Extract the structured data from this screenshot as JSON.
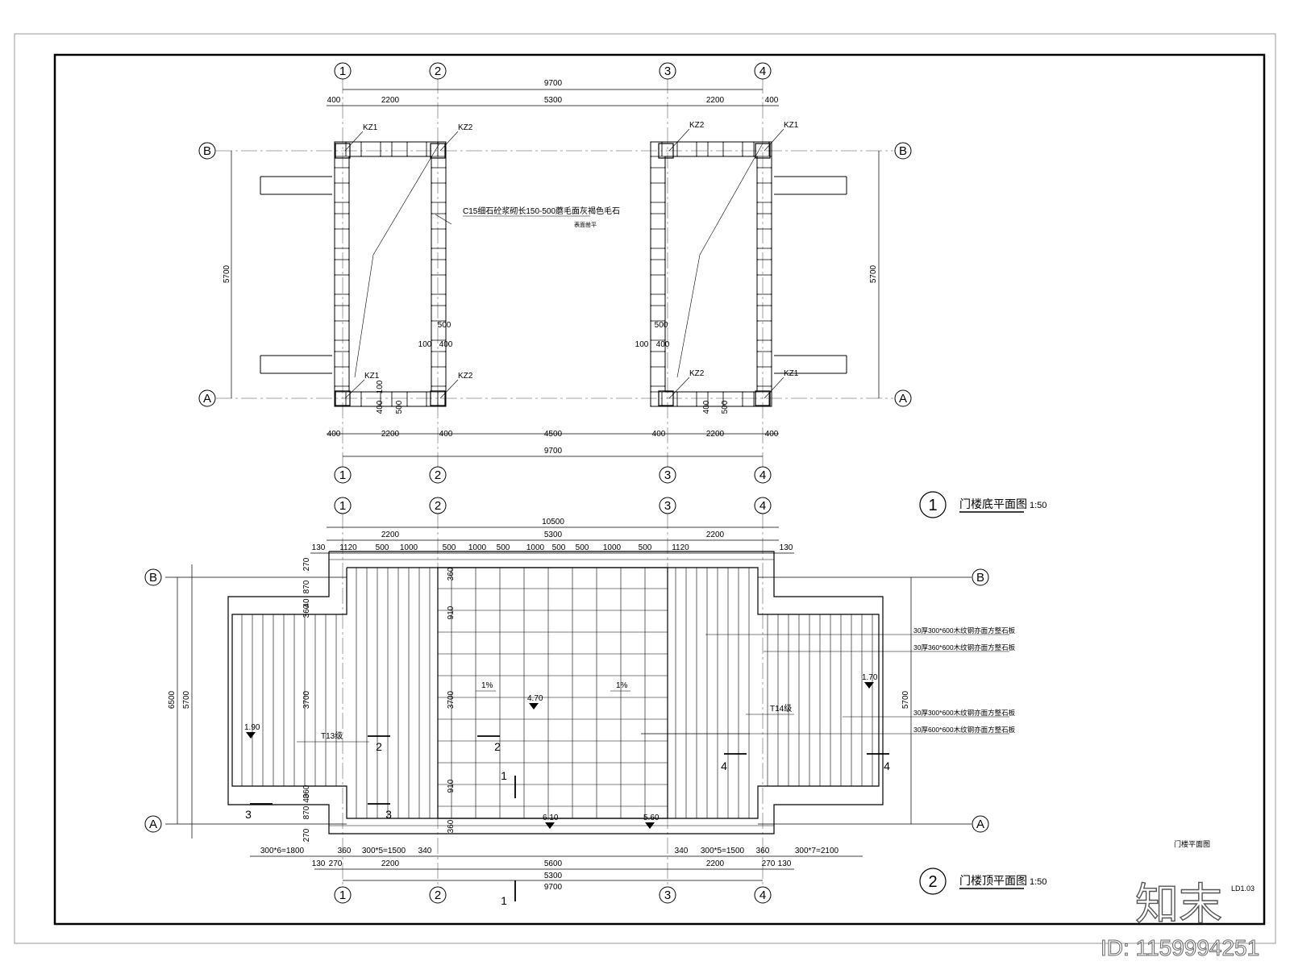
{
  "plan1": {
    "grid_cols": [
      "1",
      "2",
      "3",
      "4"
    ],
    "grid_rows": [
      "B",
      "A"
    ],
    "dim_total": "9700",
    "dim_top_segments": [
      "400",
      "2200",
      "5300",
      "2200",
      "400"
    ],
    "dim_bottom_segments": [
      "400",
      "2200",
      "400",
      "4500",
      "400",
      "2200",
      "400"
    ],
    "dim_side": "5700",
    "col_kz1": "KZ1",
    "col_kz2": "KZ2",
    "note_line1": "C15细石砼浆砌长150-500蘑毛面灰褐色毛石",
    "note_line2": "表面凿平",
    "dim_500": "500",
    "dim_100": "100",
    "dim_400": "400",
    "title_no": "1",
    "title": "门楼底平面图",
    "scale": "1:50"
  },
  "plan2": {
    "grid_cols": [
      "1",
      "2",
      "3",
      "4"
    ],
    "grid_rows": [
      "B",
      "A"
    ],
    "dim_total_top": "10500",
    "dim_mid_segments": [
      "2200",
      "5300",
      "2200"
    ],
    "dim_fine_segments": [
      "130",
      "1120",
      "500",
      "1000",
      "500",
      "1000",
      "500",
      "1000",
      "500",
      "500",
      "1000",
      "500",
      "1120",
      "130"
    ],
    "dim_left_total": "6500",
    "dim_left_inner": "5700",
    "dim_left_fine": [
      "270",
      "870",
      "40",
      "360",
      "3700",
      "360",
      "40",
      "870",
      "270"
    ],
    "dim_center_fine": [
      "360",
      "910",
      "3700",
      "910",
      "360"
    ],
    "dim_right": "5700",
    "dim_bottom_steps": [
      "300*6=1800",
      "360",
      "300*5=1500",
      "340",
      "5600",
      "340",
      "300*5=1500",
      "360",
      "300*7=2100"
    ],
    "dim_bottom_row2": [
      "130",
      "270",
      "2200",
      "5300",
      "2200",
      "270",
      "130"
    ],
    "dim_bottom_total": "9700",
    "elev_1": "1.90",
    "elev_2": "4.70",
    "elev_3": "6.10",
    "elev_4": "5.60",
    "elev_5": "1.70",
    "slope": "1%",
    "steps_left": "T13级",
    "steps_right": "T14级",
    "sections": [
      "1",
      "2",
      "3",
      "4"
    ],
    "legend_1": "30厚300*600木纹钢亦面方整石板",
    "legend_2": "30厚360*600木纹钢亦面方整石板",
    "legend_3": "30厚300*600木纹钢亦面方整石板",
    "legend_4": "30厚600*600木纹钢亦面方整石板",
    "title_no": "2",
    "title": "门楼顶平面图",
    "scale": "1:50"
  },
  "titleblock": {
    "sheet_name": "门楼平面图",
    "sheet_no": "LD1.03"
  },
  "watermark": {
    "brand": "知末",
    "id": "ID: 1159994251"
  }
}
